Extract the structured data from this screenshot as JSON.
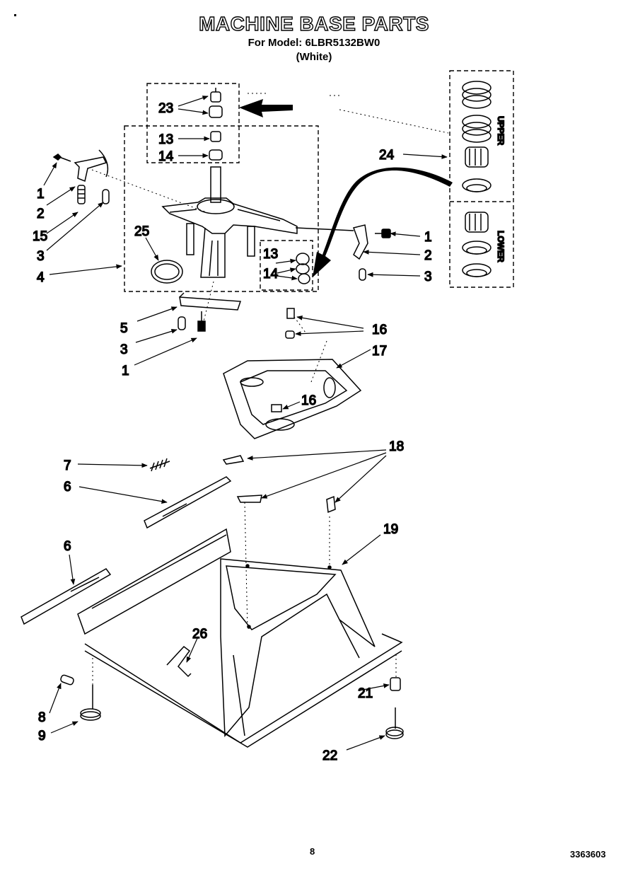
{
  "header": {
    "title": "MACHINE BASE PARTS",
    "model_line": "For Model: 6LBR5132BW0",
    "color_line": "(White)"
  },
  "footer": {
    "page_number": "8",
    "doc_number": "3363603"
  },
  "inset_labels": {
    "upper": "UPPER",
    "lower": "LOWER"
  },
  "callouts": {
    "c23": "23",
    "c13a": "13",
    "c14a": "14",
    "c24": "24",
    "c1a": "1",
    "c2a": "2",
    "c15": "15",
    "c3a": "3",
    "c4": "4",
    "c25": "25",
    "c13b": "13",
    "c14b": "14",
    "c1b": "1",
    "c2b": "2",
    "c3b": "3",
    "c5": "5",
    "c3c": "3",
    "c1c": "1",
    "c16a": "16",
    "c17": "17",
    "c16b": "16",
    "c7": "7",
    "c6a": "6",
    "c18": "18",
    "c6b": "6",
    "c19": "19",
    "c26": "26",
    "c21": "21",
    "c8": "8",
    "c9": "9",
    "c22": "22"
  }
}
